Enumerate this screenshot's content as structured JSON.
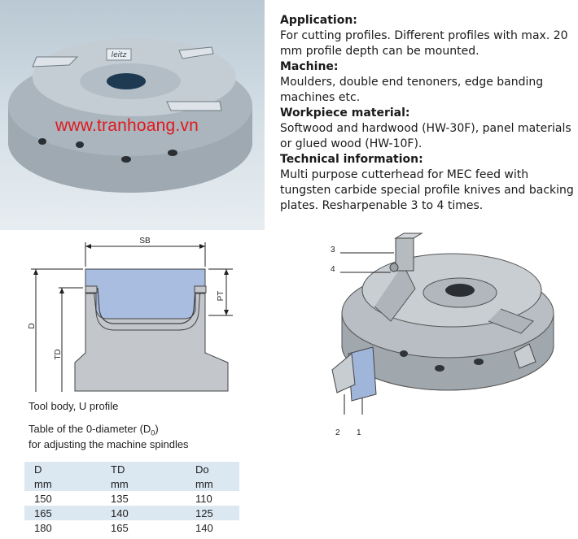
{
  "photo": {
    "watermark": "www.tranhoang.vn",
    "body_label": "leitz"
  },
  "description": [
    {
      "heading": "Application:",
      "text": "For cutting profiles. Different profiles with max. 20 mm profile depth can be mounted."
    },
    {
      "heading": "Machine:",
      "text": "Moulders, double end tenoners, edge banding machines etc."
    },
    {
      "heading": "Workpiece material:",
      "text": "Softwood and hardwood (HW-30F), panel materials or glued wood (HW-10F)."
    },
    {
      "heading": "Technical information:",
      "text": "Multi purpose cutterhead for MEC feed with tungsten carbide special profile knives and backing plates. Resharpenable 3 to 4 times."
    }
  ],
  "profile_drawing": {
    "sb": "SB",
    "pt": "PT",
    "d": "D",
    "td": "TD"
  },
  "caption": "Tool body, U profile",
  "table_title_1": "Table of the 0-diameter (D",
  "table_title_sub": "0",
  "table_title_1_end": ")",
  "table_title_2": "for adjusting the machine spindles",
  "table": {
    "headers": [
      "D",
      "TD",
      "Do"
    ],
    "units": [
      "mm",
      "mm",
      "mm"
    ],
    "rows": [
      [
        "150",
        "135",
        "110"
      ],
      [
        "165",
        "140",
        "125"
      ],
      [
        "180",
        "165",
        "140"
      ]
    ]
  },
  "exploded_labels": {
    "l3": "3",
    "l4": "4",
    "l2": "2",
    "l1": "1"
  },
  "colors": {
    "blue_profile": "#a9bde0",
    "body_grey": "#c7ccd0",
    "table_shade": "#dbe7f1",
    "watermark": "#e0191d"
  }
}
